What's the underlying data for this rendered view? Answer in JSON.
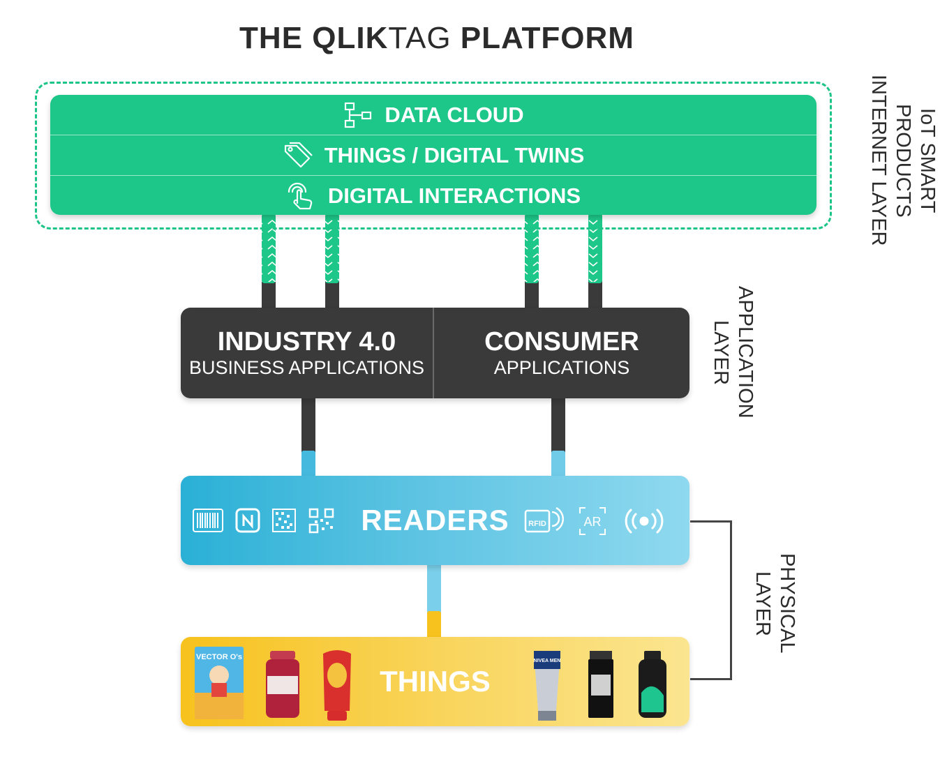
{
  "title": {
    "part1": "THE ",
    "part2": "QLIK",
    "part3": "TAG",
    "part4": " PLATFORM"
  },
  "cloud_layer": {
    "rows": [
      {
        "label": "DATA CLOUD",
        "icon": "flowchart-icon"
      },
      {
        "label": "THINGS / DIGITAL TWINS",
        "icon": "tag-icon"
      },
      {
        "label": "DIGITAL INTERACTIONS",
        "icon": "touch-icon"
      }
    ],
    "side_label": {
      "line1": "IoT SMART",
      "line2": "PRODUCTS",
      "line3": "INTERNET LAYER"
    }
  },
  "application_layer": {
    "left": {
      "heading": "INDUSTRY 4.0",
      "sub": "BUSINESS APPLICATIONS"
    },
    "right": {
      "heading": "CONSUMER",
      "sub": "APPLICATIONS"
    },
    "side_label": {
      "line1": "APPLICATION",
      "line2": "LAYER"
    }
  },
  "readers": {
    "label": "READERS",
    "icons": [
      "barcode-icon",
      "nfc-icon",
      "datamatrix-icon",
      "qr-code-icon",
      "rfid-icon",
      "ar-icon",
      "beacon-icon"
    ],
    "rfid_text": "RFID",
    "ar_text": "AR"
  },
  "things": {
    "label": "THINGS",
    "products": [
      "cereal-box",
      "jam-jar",
      "ketchup-bottle",
      "face-wash-tube",
      "cream-bottle",
      "body-spray-bottle"
    ],
    "product_texts": {
      "cereal": "VECTOR O's",
      "tube": "NIVEA MEN"
    }
  },
  "physical_layer": {
    "line1": "PHYSICAL",
    "line2": "LAYER"
  },
  "colors": {
    "green": "#1dc789",
    "dark": "#3a3a3a",
    "blue": "#2ab0d6",
    "yellow": "#f7c21d"
  }
}
